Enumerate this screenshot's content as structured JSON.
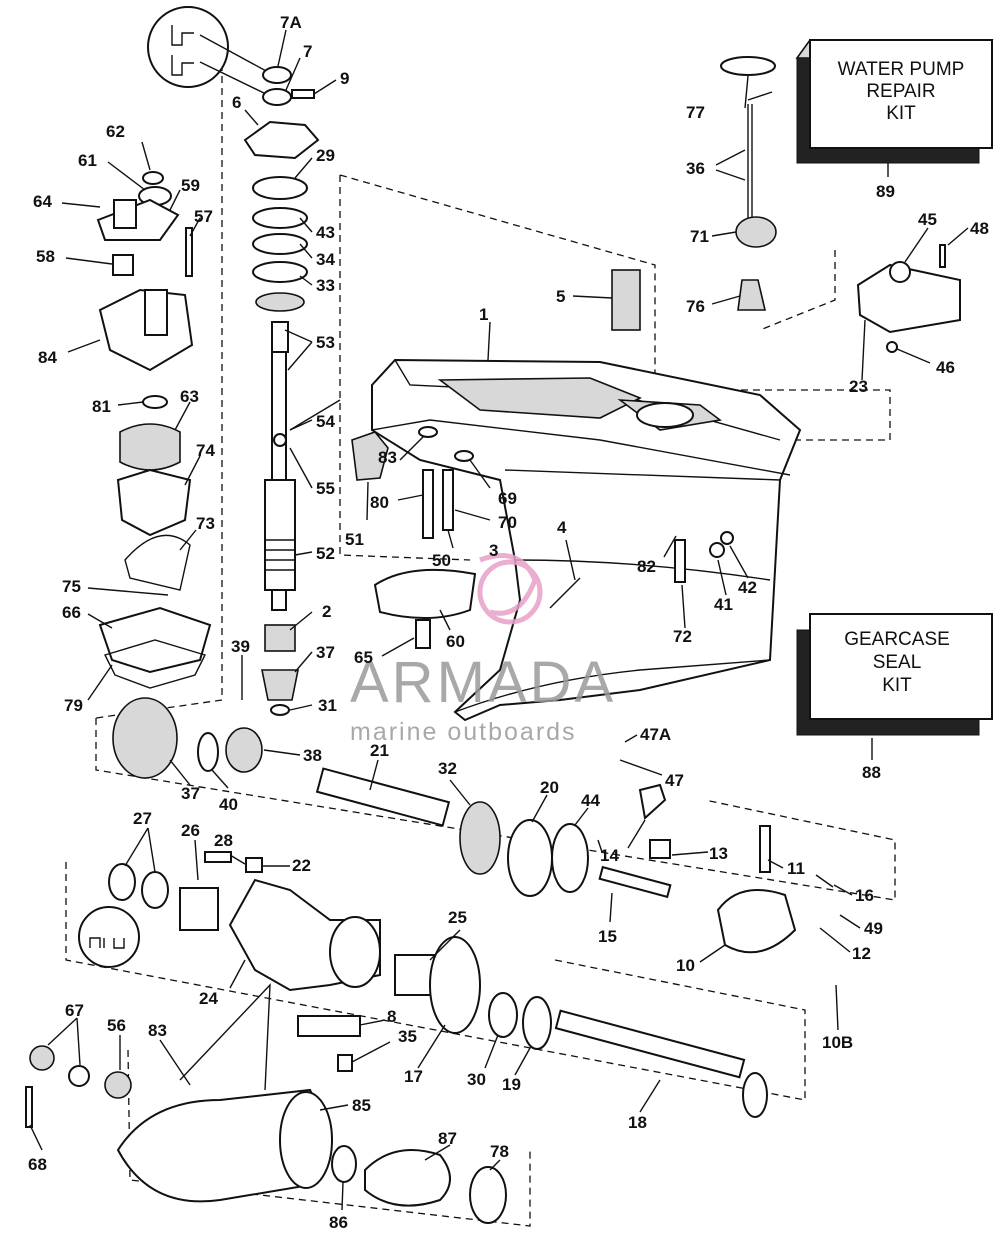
{
  "kits": {
    "water_pump": {
      "lines": [
        "WATER PUMP",
        "REPAIR",
        "KIT"
      ],
      "ref": "89"
    },
    "gearcase_seal": {
      "lines": [
        "GEARCASE",
        "SEAL",
        "KIT"
      ],
      "ref": "88"
    }
  },
  "watermark": {
    "brand": "ARMADA",
    "tagline": "marine outboards",
    "color": "#e8a0c8"
  },
  "labels": {
    "p1": "1",
    "p2": "2",
    "p3": "3",
    "p4": "4",
    "p5": "5",
    "p6": "6",
    "p7": "7",
    "p7a": "7A",
    "p8": "8",
    "p9": "9",
    "p10": "10",
    "p10b": "10B",
    "p11": "11",
    "p12": "12",
    "p13": "13",
    "p14": "14",
    "p15": "15",
    "p16": "16",
    "p17": "17",
    "p18": "18",
    "p19": "19",
    "p20": "20",
    "p21": "21",
    "p22": "22",
    "p23": "23",
    "p24": "24",
    "p25": "25",
    "p26": "26",
    "p27": "27",
    "p28": "28",
    "p29": "29",
    "p30": "30",
    "p31": "31",
    "p32": "32",
    "p33": "33",
    "p34": "34",
    "p35": "35",
    "p36": "36",
    "p37a": "37",
    "p37b": "37",
    "p38": "38",
    "p39": "39",
    "p40": "40",
    "p41": "41",
    "p42": "42",
    "p43": "43",
    "p44": "44",
    "p45": "45",
    "p46": "46",
    "p47": "47",
    "p47a": "47A",
    "p48": "48",
    "p49": "49",
    "p50": "50",
    "p51": "51",
    "p52": "52",
    "p53": "53",
    "p54": "54",
    "p55": "55",
    "p56": "56",
    "p57": "57",
    "p58": "58",
    "p59": "59",
    "p60": "60",
    "p61": "61",
    "p62": "62",
    "p63": "63",
    "p64": "64",
    "p65": "65",
    "p66": "66",
    "p67": "67",
    "p68": "68",
    "p69": "69",
    "p70": "70",
    "p71": "71",
    "p72": "72",
    "p73": "73",
    "p74": "74",
    "p75": "75",
    "p76": "76",
    "p77": "77",
    "p78": "78",
    "p79": "79",
    "p80": "80",
    "p81": "81",
    "p82": "82",
    "p83a": "83",
    "p83b": "83",
    "p84": "84",
    "p85": "85",
    "p86": "86",
    "p87": "87",
    "p88": "88",
    "p89": "89"
  }
}
